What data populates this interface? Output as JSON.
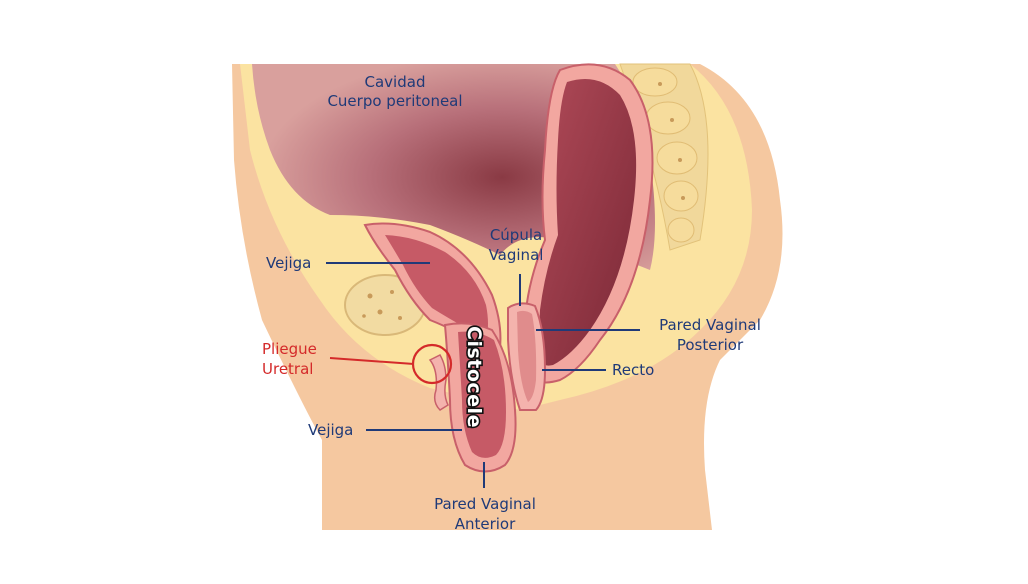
{
  "colors": {
    "skin": "#f5c8a0",
    "fat": "#fbe3a1",
    "peritoneum_light": "#d99a93",
    "peritoneum_dark": "#8a3a44",
    "organ_wall": "#f2a7a0",
    "organ_inner": "#b8505c",
    "label_blue": "#1f3a78",
    "label_red": "#d42a2a"
  },
  "labels": {
    "cavity_line1": "Cavidad",
    "cavity_line2": "Cuerpo peritoneal",
    "bladder_top": "Vejiga",
    "vault_line1": "Cúpula",
    "vault_line2": "Vaginal",
    "posterior_line1": "Pared Vaginal",
    "posterior_line2": "Posterior",
    "fold_line1": "Pliegue",
    "fold_line2": "Uretral",
    "rectum": "Recto",
    "bladder_bottom": "Vejiga",
    "anterior_line1": "Pared Vaginal",
    "anterior_line2": "Anterior",
    "cystocele": "Cistocele"
  }
}
